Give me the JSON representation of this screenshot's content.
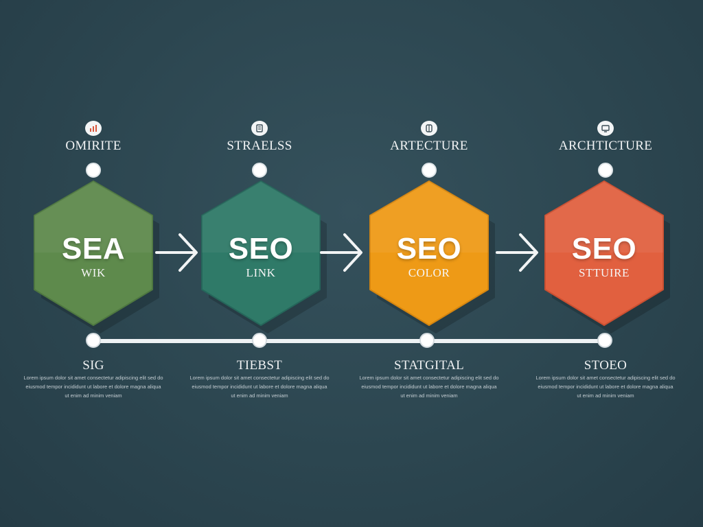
{
  "stages": [
    {
      "label": "OMIRITE",
      "icon": "chart-icon",
      "hex_title": "SEA",
      "hex_sub": "WIK",
      "color": "#5e8a4c",
      "caption": "SIG",
      "description": [
        "Lorem ipsum dolor sit amet consectetur adipiscing elit sed do",
        "eiusmod tempor incididunt ut labore et dolore magna aliqua",
        "ut enim ad minim veniam"
      ]
    },
    {
      "label": "STRAELSS",
      "icon": "document-icon",
      "hex_title": "SEO",
      "hex_sub": "LINK",
      "color": "#2f7a68",
      "caption": "TIEBST",
      "description": [
        "Lorem ipsum dolor sit amet consectetur adipiscing elit sed do",
        "eiusmod tempor incididunt ut labore et dolore magna aliqua",
        "ut enim ad minim veniam"
      ]
    },
    {
      "label": "ARTECTURE",
      "icon": "layers-icon",
      "hex_title": "SEO",
      "hex_sub": "COLOR",
      "color": "#ee9a16",
      "caption": "STATGITAL",
      "description": [
        "Lorem ipsum dolor sit amet consectetur adipiscing elit sed do",
        "eiusmod tempor incididunt ut labore et dolore magna aliqua",
        "ut enim ad minim veniam"
      ]
    },
    {
      "label": "ARCHTICTURE",
      "icon": "monitor-icon",
      "hex_title": "SEO",
      "hex_sub": "STTUIRE",
      "color": "#e1603f",
      "caption": "STOEO",
      "description": [
        "Lorem ipsum dolor sit amet consectetur adipiscing elit sed do",
        "eiusmod tempor incididunt ut labore et dolore magna aliqua",
        "ut enim ad minim veniam"
      ]
    }
  ],
  "colors": {
    "background": "#2c4650",
    "line": "#eef2f4",
    "arrow": "#f2f4f5"
  }
}
